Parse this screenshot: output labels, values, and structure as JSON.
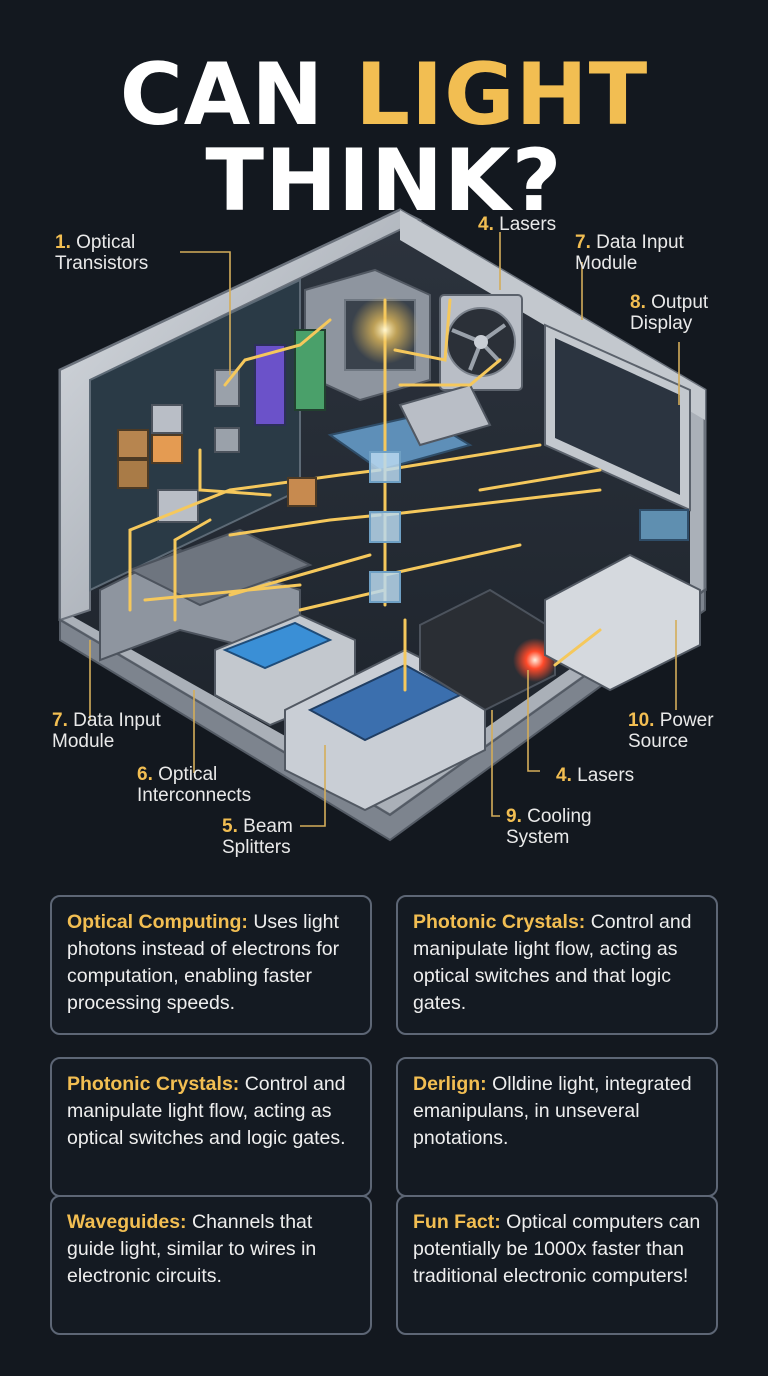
{
  "title": {
    "part1": "CAN ",
    "accent": "LIGHT",
    "part2": " THINK?"
  },
  "labels": [
    {
      "num": "1.",
      "line1": "Optical",
      "line2": "Transistors"
    },
    {
      "num": "4.",
      "line1": "Lasers",
      "line2": ""
    },
    {
      "num": "7.",
      "line1": "Data Input",
      "line2": "Module"
    },
    {
      "num": "8.",
      "line1": "Output",
      "line2": "Display"
    },
    {
      "num": "7.",
      "line1": "Data Input",
      "line2": "Module"
    },
    {
      "num": "10.",
      "line1": "Power",
      "line2": "Source"
    },
    {
      "num": "6.",
      "line1": "Optical",
      "line2": "Interconnects"
    },
    {
      "num": "4.",
      "line1": "Lasers",
      "line2": ""
    },
    {
      "num": "5.",
      "line1": "Beam",
      "line2": "Splitters"
    },
    {
      "num": "9.",
      "line1": "Cooling",
      "line2": "System"
    }
  ],
  "cards": [
    {
      "term": "Optical Computing:",
      "text": " Uses light photons instead of electrons for computation, enabling faster processing speeds."
    },
    {
      "term": "Photonic Crystals:",
      "text": " Control and manipulate light flow, acting as optical switches and that logic gates."
    },
    {
      "term": "Photonic Crystals:",
      "text": " Control and manipulate light flow, acting as optical switches and logic gates."
    },
    {
      "term": "Derlign:",
      "text": " Olldine light, integrated emanipulans, in unseveral pnotations."
    },
    {
      "term": "Waveguides:",
      "text": " Channels that guide light, similar to wires in electronic circuits."
    },
    {
      "term": "Fun Fact:",
      "text": " Optical computers can potentially be 1000x faster than traditional electronic computers!"
    }
  ],
  "colors": {
    "accent": "#f2be52",
    "background": "#13181f",
    "card_border": "#5d6675",
    "beam": "#f5c85c"
  }
}
